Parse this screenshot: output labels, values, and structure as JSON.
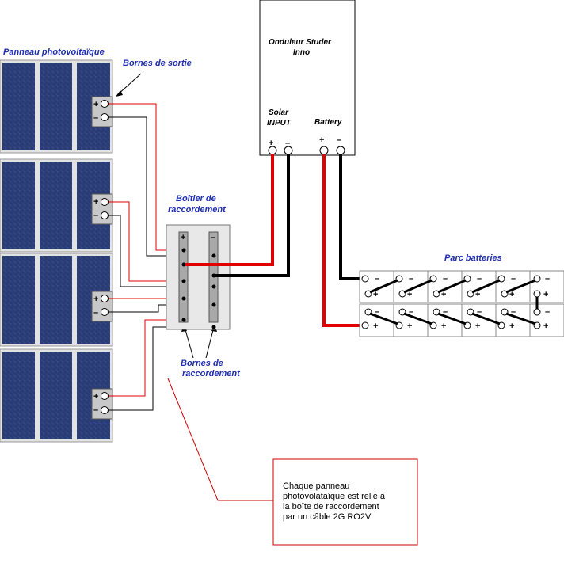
{
  "labels": {
    "pv_panel": "Panneau photovoltaïque",
    "output_terminals": "Bornes de sortie",
    "junction_box_line1": "Boîtier de",
    "junction_box_line2": "raccordement",
    "connection_terminals_line1": "Bornes de",
    "connection_terminals_line2": "raccordement",
    "inverter_line1": "Onduleur Studer",
    "inverter_line2": "Inno",
    "solar_input_line1": "Solar",
    "solar_input_line2": "INPUT",
    "battery": "Battery",
    "battery_bank": "Parc batteries"
  },
  "symbols": {
    "plus": "+",
    "minus": "–"
  },
  "note": {
    "lines": [
      "Chaque panneau",
      "photovolataïque est relié à",
      "la boîte de raccordement",
      "par un câble 2G RO2V"
    ]
  },
  "colors": {
    "wire_red": "#e00000",
    "wire_black": "#000000",
    "label_blue": "#1f2fb0",
    "panel_blue": "#2a3c78",
    "frame_grey": "#d8d8d8",
    "note_border": "#cc0000"
  }
}
